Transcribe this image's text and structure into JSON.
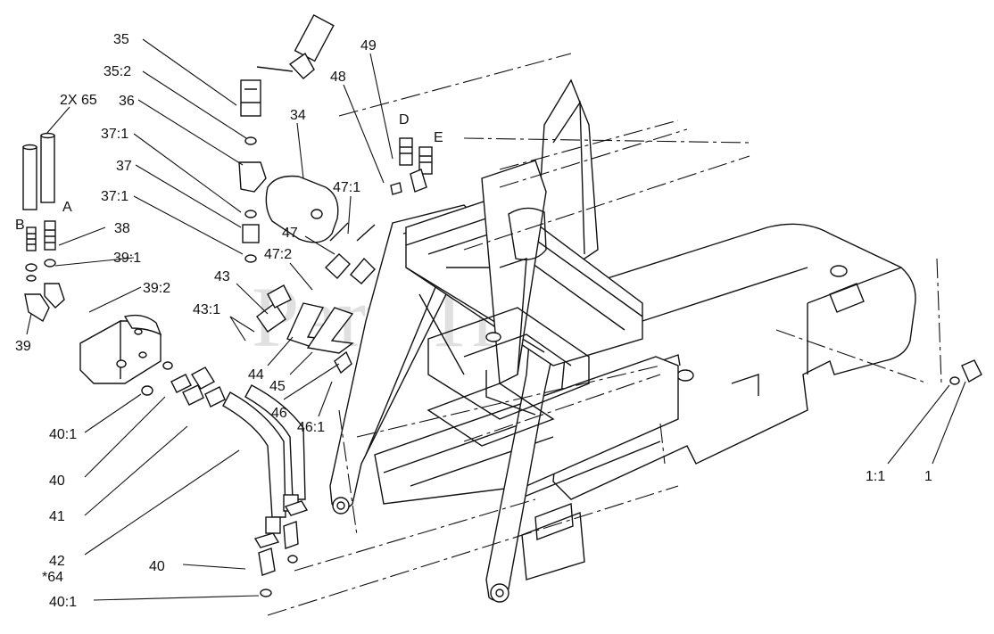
{
  "watermark": {
    "text": "PartsTree",
    "tm": "TM"
  },
  "callouts": [
    {
      "id": "35",
      "label": "35"
    },
    {
      "id": "35-2",
      "label": "35:2"
    },
    {
      "id": "36",
      "label": "36"
    },
    {
      "id": "37-1a",
      "label": "37:1"
    },
    {
      "id": "37",
      "label": "37"
    },
    {
      "id": "37-1b",
      "label": "37:1"
    },
    {
      "id": "34",
      "label": "34"
    },
    {
      "id": "2x65",
      "label": "2X 65"
    },
    {
      "id": "A",
      "label": "A"
    },
    {
      "id": "B",
      "label": "B"
    },
    {
      "id": "38",
      "label": "38"
    },
    {
      "id": "39-1",
      "label": "39:1"
    },
    {
      "id": "39-2",
      "label": "39:2"
    },
    {
      "id": "39",
      "label": "39"
    },
    {
      "id": "49",
      "label": "49"
    },
    {
      "id": "48",
      "label": "48"
    },
    {
      "id": "D",
      "label": "D"
    },
    {
      "id": "E",
      "label": "E"
    },
    {
      "id": "47-1",
      "label": "47:1"
    },
    {
      "id": "47",
      "label": "47"
    },
    {
      "id": "47-2",
      "label": "47:2"
    },
    {
      "id": "43",
      "label": "43"
    },
    {
      "id": "43-1",
      "label": "43:1"
    },
    {
      "id": "44",
      "label": "44"
    },
    {
      "id": "45",
      "label": "45"
    },
    {
      "id": "46",
      "label": "46"
    },
    {
      "id": "46-1",
      "label": "46:1"
    },
    {
      "id": "40-1a",
      "label": "40:1"
    },
    {
      "id": "40a",
      "label": "40"
    },
    {
      "id": "41",
      "label": "41"
    },
    {
      "id": "42",
      "label": "42"
    },
    {
      "id": "64",
      "label": "*64"
    },
    {
      "id": "40b",
      "label": "40"
    },
    {
      "id": "40-1b",
      "label": "40:1"
    },
    {
      "id": "1-1",
      "label": "1:1"
    },
    {
      "id": "1",
      "label": "1"
    }
  ]
}
